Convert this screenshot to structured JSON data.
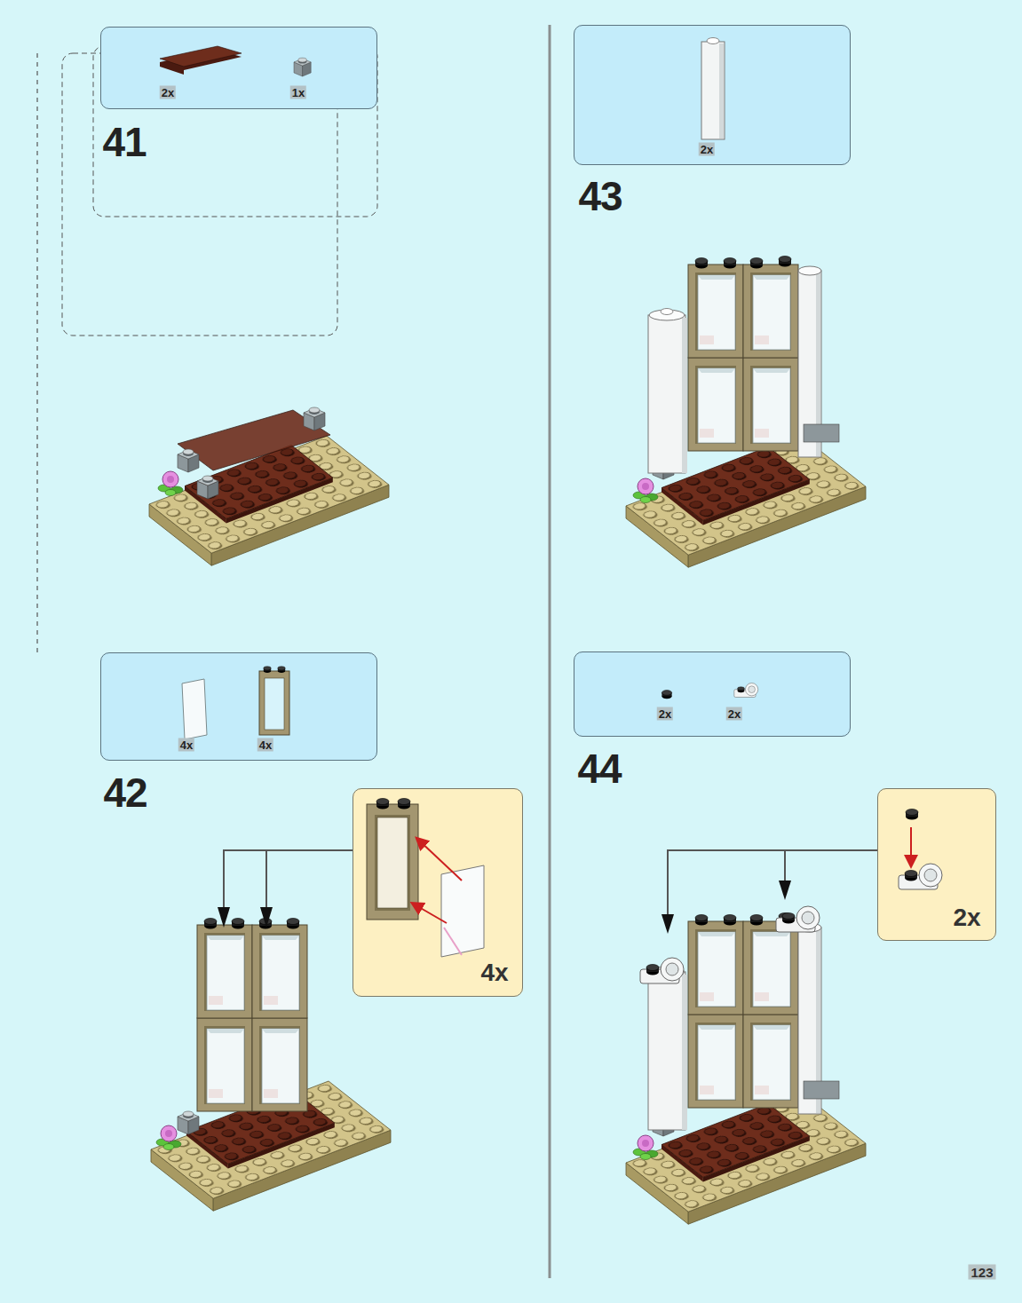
{
  "diagram": {
    "nodes": [
      {
        "text": [
          "2x",
          "1x"
        ]
      },
      {
        "text": [
          "4x",
          "4x"
        ]
      },
      {
        "text": [
          "4x"
        ]
      },
      {
        "text": [
          "2x"
        ]
      },
      {
        "text": [
          "2x",
          "2x"
        ]
      },
      {
        "text": [
          "2x"
        ]
      }
    ],
    "labels": [
      "41",
      "42",
      "43",
      "44",
      "123"
    ]
  }
}
